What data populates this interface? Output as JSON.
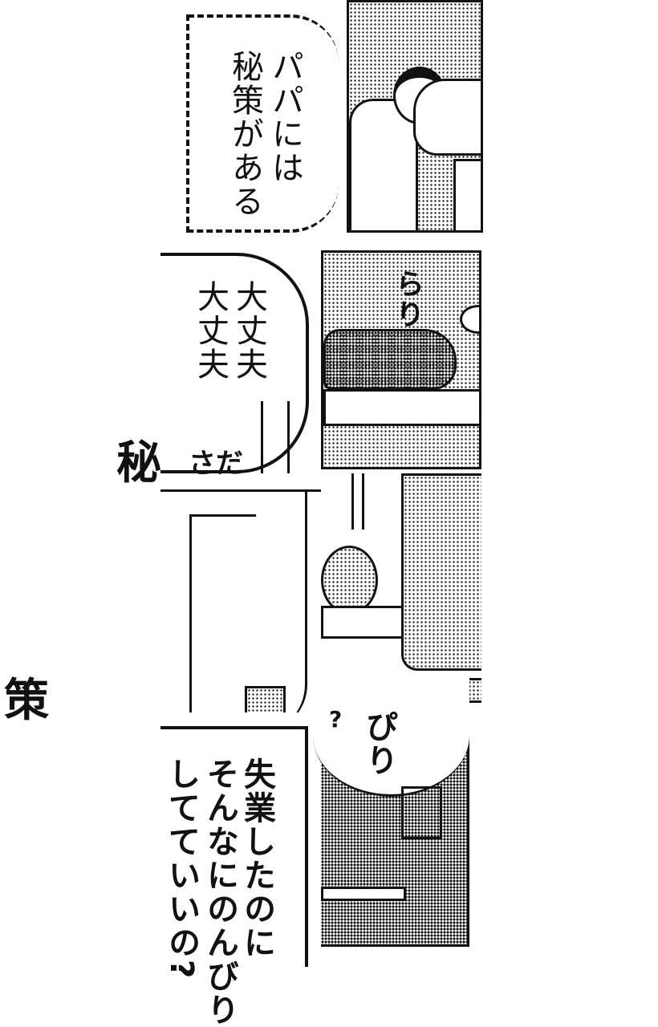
{
  "panel_1": {
    "lines": [
      "パパには",
      "秘策がある"
    ]
  },
  "panel_3": {
    "lines": [
      "大丈夫",
      "大丈夫"
    ],
    "sound_effect": "らり"
  },
  "title_fragment_top": {
    "char": "秘",
    "fragment": "さだ"
  },
  "title_fragment_left": {
    "char": "策"
  },
  "panel_7": {
    "lines": [
      "失業したのに",
      "そんなにのんびり",
      "してていいの?"
    ]
  },
  "panel_8": {
    "bubble_text": "ぴり",
    "mark": "?"
  }
}
